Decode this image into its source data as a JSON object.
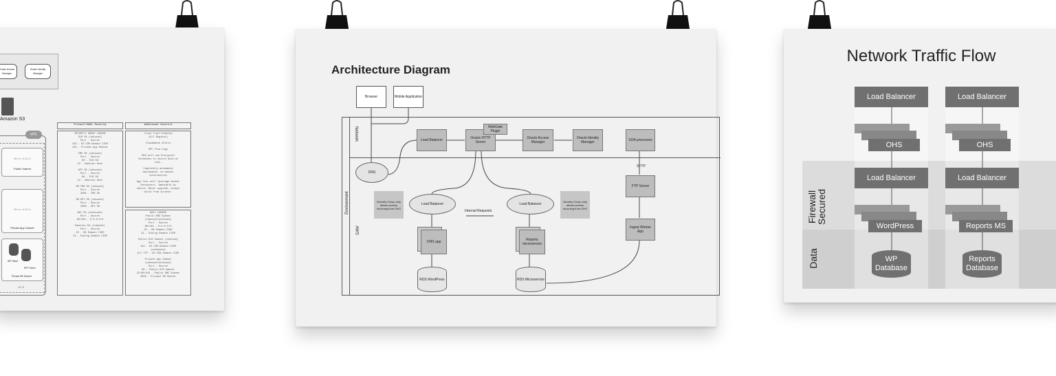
{
  "left_paper": {
    "oracle_access_manager": "Oracle Access Manager",
    "oracle_identity_manager": "Oracle Identity Manager",
    "s3_label": "Amazon S3",
    "vpc_label": "VPC",
    "mirror_public": "Mirror of AZ-A",
    "public_subnet": "Public Subnet",
    "mirror_private": "Mirror of AZ-A",
    "private_app_subnet": "Private App Subnet",
    "wp_slave": "WP Slave",
    "rpt_slave": "RPT Slave",
    "private_db_subnet": "Private DB Subnet",
    "az_label": "AZ-B",
    "firewall_header": "Firewall/NACL Security",
    "controls_header": "Additional Controls",
    "firewall_lines": [
      "SECURITY GROUP LEGEND",
      "ELB SG (inbound)",
      "Port - Source",
      "443 - EG CDN Domain CIDR",
      "443 - Private App Subnet",
      "",
      "CMS SG (inbound)",
      "Port - Source",
      "80 - ELB SG",
      "22 - Bastion Host",
      "",
      "API SG (inbound)",
      "Port - Source",
      "80 - ELB SG",
      "22 - Bastion Host",
      "",
      "DB CMS SG (inbound)",
      "Port - Source",
      "3306 - CMS SG",
      "",
      "DB API SG (inbound)",
      "Port - Source",
      "3306 - API SG",
      "",
      "NAT SG (outbound)",
      "Port - Source",
      "80/443 - 0.0.0.0/0",
      "",
      "Bastion SG (inbound)",
      "Port - Source",
      "22 - BG Domain CIDR",
      "22 - Dialog Domain CIDR"
    ],
    "controls_lines": [
      "Cloud Trail Enabled",
      "(All Regions)",
      "",
      "CloudWatch Alerts",
      "",
      "VPC Flow Logs",
      "",
      "RDS will use Encrypted",
      "Instances to secure data at",
      "rest.",
      "",
      "Completely automated",
      "deployment, no manual",
      "intervention",
      "",
      "App Tier will leverage Docker",
      "Containers. Immutable by",
      "nature. Never upgrade, always",
      "build from scratch."
    ],
    "nacl_lines": [
      "NACL LEGEND",
      "Public DMZ Subnet",
      "(inbound/outbound)",
      "Port - Source",
      "80/443 - 0.0.0.0/0",
      "22 - BG Domain CIDR",
      "22 - Dialog Domain CIDR",
      "",
      "Public ELB Subnet (inbound)",
      "Port - Source",
      "443 - EG CDN Domain CIDR",
      "(outbound)",
      "All TCP - EG CDN Domain CIDR",
      "",
      "Private App Subnet",
      "(inbound/outbound)",
      "Port - Source",
      "80 - Public ELB Subnet",
      "22/80/443 - Public DMZ Subnet",
      "3306 - Private DB Subnet"
    ]
  },
  "middle_paper": {
    "title": "Architecture Diagram",
    "browser": "Browser",
    "mobile": "Mobile Application",
    "environment_label": "Environment",
    "network_label": "Network",
    "aws_label": "AWS",
    "load_balancer": "Load Balancer",
    "oracle_http": "Oracle HTTP Server",
    "webgate": "WebGate Plugin",
    "oracle_access": "Oracle Access Manager",
    "oracle_identity": "Oracle Identity Manager",
    "soa": "SOA processes",
    "dns": "DNS",
    "sftp": "SFTP",
    "ftp_server": "FTP Server",
    "ingest": "Ingest Worker App",
    "lb_left": "Load Balancer",
    "lb_right": "Load Balancer",
    "sg_left": "Security Group only allows access incoming from OHS",
    "sg_right": "Security Group only allows access incoming from OHS",
    "internal_requests": "Internal Requests",
    "cms_app": "CMS app",
    "reports_ms": "Reports microservice",
    "rds_wp": "RDS WordPress",
    "rds_ms": "RDS Microservice"
  },
  "right_paper": {
    "title": "Network Traffic Flow",
    "firewall_label": "Firewall Secured",
    "data_label": "Data",
    "columns": [
      {
        "lb_top": "Load Balancer",
        "ohs": "OHS",
        "lb_mid": "Load Balancer",
        "app": "WordPress",
        "db": "WP Database"
      },
      {
        "lb_top": "Load Balancer",
        "ohs": "OHS",
        "lb_mid": "Load Balancer",
        "app": "Reports MS",
        "db": "Reports Database"
      }
    ]
  },
  "colors": {
    "box_gray": "#707070",
    "band": "#dcdcdc",
    "paper": "#f1f1f1"
  }
}
